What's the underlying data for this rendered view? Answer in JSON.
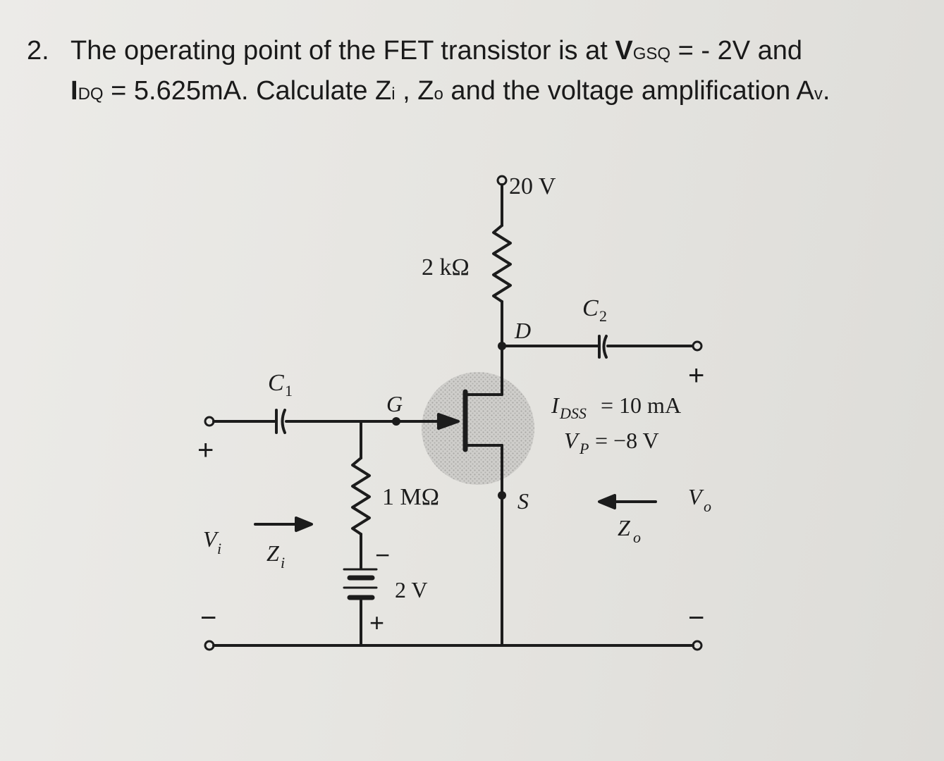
{
  "question": {
    "number": "2.",
    "line1_text": "The operating point of the FET transistor is at",
    "vgsq_symbol": "V",
    "vgsq_sub": "GSQ",
    "vgsq_value": "= - 2V and",
    "idq_symbol": "I",
    "idq_sub": "DQ",
    "line2_text": "= 5.625mA. Calculate Z",
    "zi_sub": "i",
    "sep": " , Z",
    "zo_sub": "o",
    "line2_tail": " and the voltage amplification A",
    "av_sub": "v",
    "end": "."
  },
  "circuit": {
    "supply": "20 V",
    "rd": "2 kΩ",
    "drain": "D",
    "c2": "C",
    "c2_sub": "2",
    "plus_out": "+",
    "idss": "I",
    "idss_sub": "DSS",
    "idss_value": "= 10 mA",
    "vp": "V",
    "vp_sub": "P",
    "vp_value": "= −8 V",
    "c1": "C",
    "c1_sub": "1",
    "gate": "G",
    "plus_in": "+",
    "rg": "1 MΩ",
    "source": "S",
    "vo": "V",
    "vo_sub": "o",
    "zo": "Z",
    "zo_sub": "o",
    "vi": "V",
    "vi_sub": "i",
    "zi": "Z",
    "zi_sub": "i",
    "battery_minus": "−",
    "battery": "2 V",
    "battery_plus": "+",
    "minus_in": "−",
    "minus_out": "−"
  }
}
